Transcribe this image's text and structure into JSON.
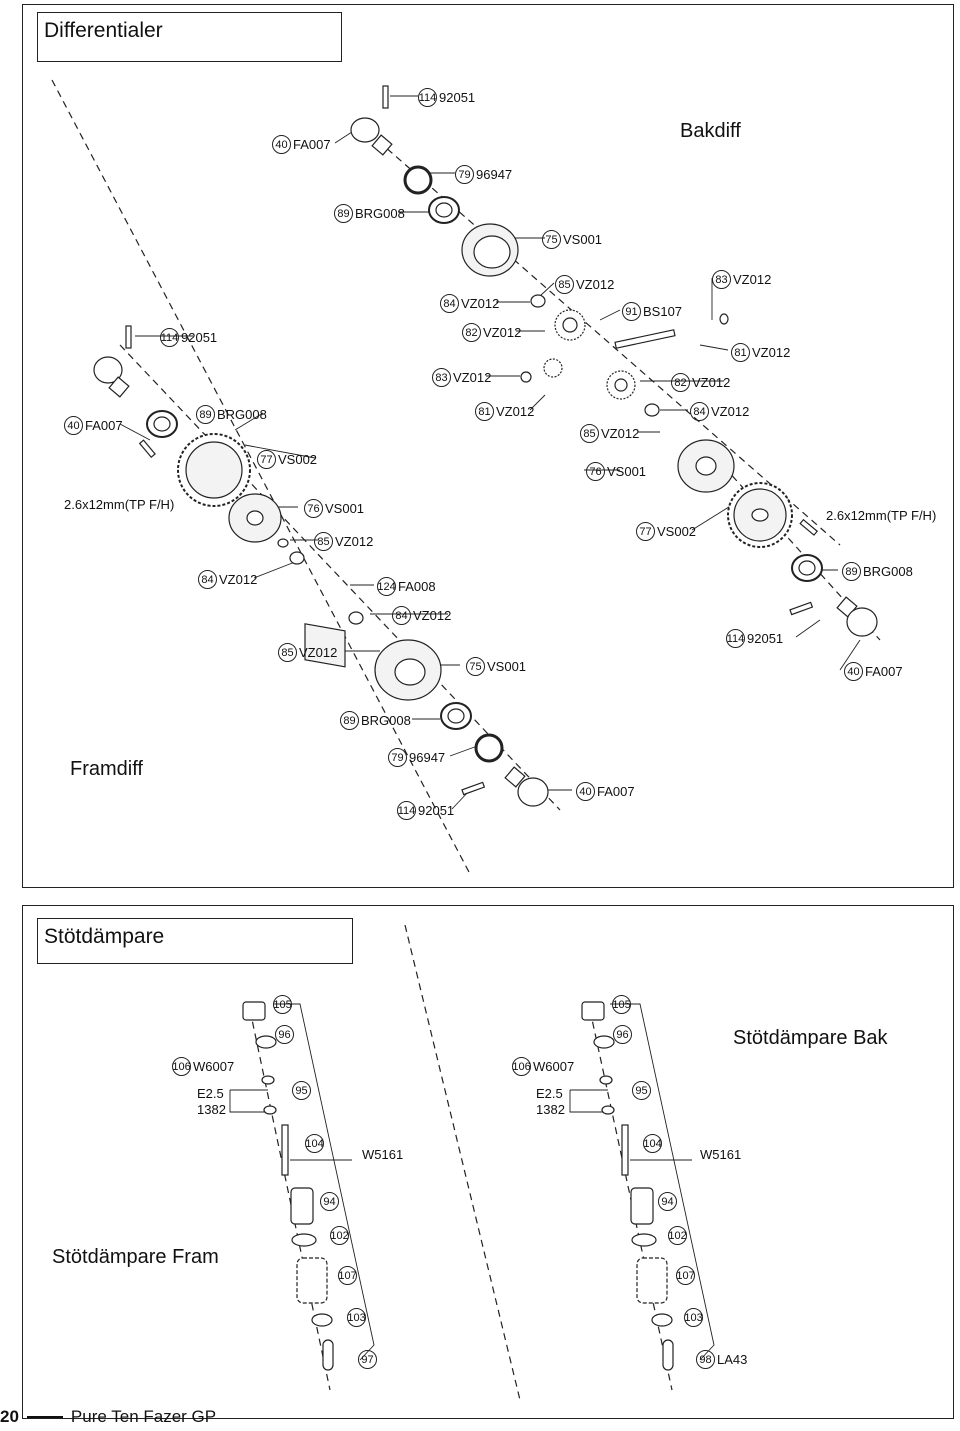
{
  "differential": {
    "title": "Differentialer",
    "rear_label": "Bakdiff",
    "front_label": "Framdiff",
    "screw_left": "2.6x12mm(TP F/H)",
    "screw_right": "2.6x12mm(TP F/H)",
    "callouts": [
      {
        "num": "114",
        "part": "92051"
      },
      {
        "num": "40",
        "part": "FA007"
      },
      {
        "num": "79",
        "part": "96947"
      },
      {
        "num": "89",
        "part": "BRG008"
      },
      {
        "num": "75",
        "part": "VS001"
      },
      {
        "num": "85",
        "part": "VZ012"
      },
      {
        "num": "83",
        "part": "VZ012"
      },
      {
        "num": "84",
        "part": "VZ012"
      },
      {
        "num": "91",
        "part": "BS107"
      },
      {
        "num": "114",
        "part": "92051"
      },
      {
        "num": "82",
        "part": "VZ012"
      },
      {
        "num": "81",
        "part": "VZ012"
      },
      {
        "num": "83",
        "part": "VZ012"
      },
      {
        "num": "82",
        "part": "VZ012"
      },
      {
        "num": "40",
        "part": "FA007"
      },
      {
        "num": "89",
        "part": "BRG008"
      },
      {
        "num": "81",
        "part": "VZ012"
      },
      {
        "num": "84",
        "part": "VZ012"
      },
      {
        "num": "85",
        "part": "VZ012"
      },
      {
        "num": "77",
        "part": "VS002"
      },
      {
        "num": "76",
        "part": "VS001"
      },
      {
        "num": "76",
        "part": "VS001"
      },
      {
        "num": "77",
        "part": "VS002"
      },
      {
        "num": "85",
        "part": "VZ012"
      },
      {
        "num": "84",
        "part": "VZ012"
      },
      {
        "num": "124",
        "part": "FA008"
      },
      {
        "num": "89",
        "part": "BRG008"
      },
      {
        "num": "84",
        "part": "VZ012"
      },
      {
        "num": "114",
        "part": "92051"
      },
      {
        "num": "85",
        "part": "VZ012"
      },
      {
        "num": "75",
        "part": "VS001"
      },
      {
        "num": "40",
        "part": "FA007"
      },
      {
        "num": "89",
        "part": "BRG008"
      },
      {
        "num": "79",
        "part": "96947"
      },
      {
        "num": "40",
        "part": "FA007"
      },
      {
        "num": "114",
        "part": "92051"
      }
    ]
  },
  "shock": {
    "title": "Stötdämpare",
    "rear_label": "Stötdämpare Bak",
    "front_label": "Stötdämpare Fram",
    "left": {
      "c105": "105",
      "c96": "96",
      "c106": "106",
      "w6007": "W6007",
      "e25": "E2.5",
      "e1382": "1382",
      "c95": "95",
      "c104": "104",
      "w5161": "W5161",
      "c94": "94",
      "c102": "102",
      "c107": "107",
      "c103": "103",
      "c97": "97"
    },
    "right": {
      "c105": "105",
      "c96": "96",
      "c106": "106",
      "w6007": "W6007",
      "e25": "E2.5",
      "e1382": "1382",
      "c95": "95",
      "c104": "104",
      "w5161": "W5161",
      "c94": "94",
      "c102": "102",
      "c107": "107",
      "c103": "103",
      "c98": "98",
      "la43": "LA43"
    }
  },
  "footer": {
    "page": "20",
    "text": "Pure Ten Fazer GP"
  }
}
